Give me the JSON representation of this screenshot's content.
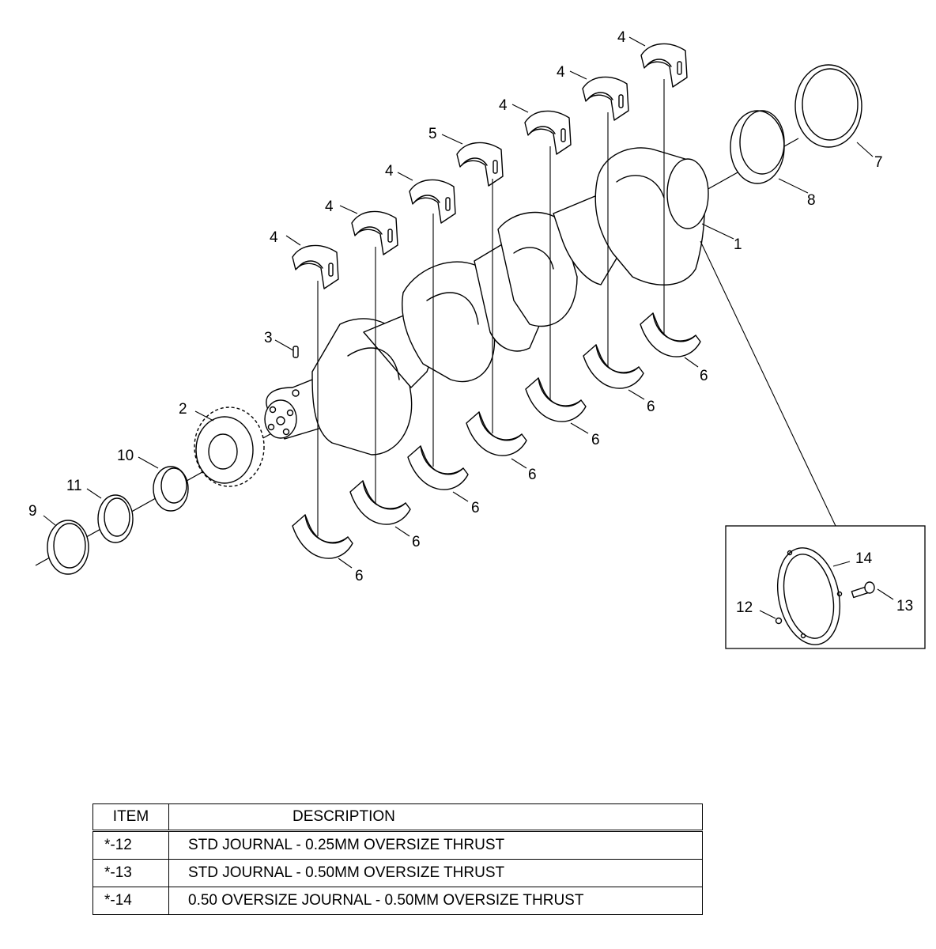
{
  "diagram": {
    "callouts": {
      "c1": "1",
      "c2": "2",
      "c3": "3",
      "c4a": "4",
      "c4b": "4",
      "c4c": "4",
      "c4d": "4",
      "c4e": "4",
      "c4f": "4",
      "c5": "5",
      "c6a": "6",
      "c6b": "6",
      "c6c": "6",
      "c6d": "6",
      "c6e": "6",
      "c6f": "6",
      "c6g": "6",
      "c7": "7",
      "c8": "8",
      "c9": "9",
      "c10": "10",
      "c11": "11",
      "c12": "12",
      "c13": "13",
      "c14": "14"
    }
  },
  "table": {
    "header_item": "ITEM",
    "header_description": "DESCRIPTION",
    "rows": [
      {
        "item": "*-12",
        "description": "STD JOURNAL - 0.25MM OVERSIZE THRUST"
      },
      {
        "item": "*-13",
        "description": "STD JOURNAL - 0.50MM OVERSIZE THRUST"
      },
      {
        "item": "*-14",
        "description": "0.50 OVERSIZE JOURNAL - 0.50MM OVERSIZE THRUST"
      }
    ]
  }
}
